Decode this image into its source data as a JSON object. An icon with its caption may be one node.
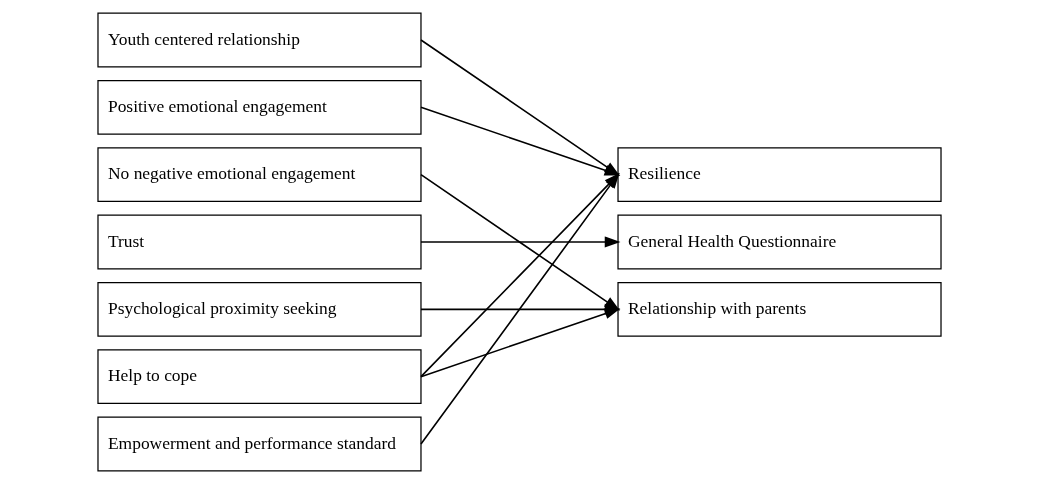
{
  "diagram": {
    "nodes": [
      {
        "text": [
          "Youth centered relationship"
        ]
      },
      {
        "text": [
          "Positive emotional engagement"
        ]
      },
      {
        "text": [
          "No negative emotional engagement"
        ]
      },
      {
        "text": [
          "Trust"
        ]
      },
      {
        "text": [
          "Psychological proximity seeking"
        ]
      },
      {
        "text": [
          "Help to cope"
        ]
      },
      {
        "text": [
          "Empowerment and performance standard"
        ]
      },
      {
        "text": [
          "Resilience"
        ]
      },
      {
        "text": [
          "General Health Questionnaire"
        ]
      },
      {
        "text": [
          "Relationship with parents"
        ]
      }
    ],
    "edges": [
      {
        "from": 0,
        "to": 7,
        "arrow": "to"
      },
      {
        "from": 1,
        "to": 7,
        "arrow": "to"
      },
      {
        "from": 2,
        "to": 9,
        "arrow": "to"
      },
      {
        "from": 3,
        "to": 8,
        "arrow": "to"
      },
      {
        "from": 4,
        "to": 9,
        "arrow": "to"
      },
      {
        "from": 5,
        "to": 9,
        "arrow": "to"
      },
      {
        "from": 5,
        "to": 7,
        "arrow": "to"
      },
      {
        "from": 6,
        "to": 7,
        "arrow": "to"
      }
    ]
  }
}
